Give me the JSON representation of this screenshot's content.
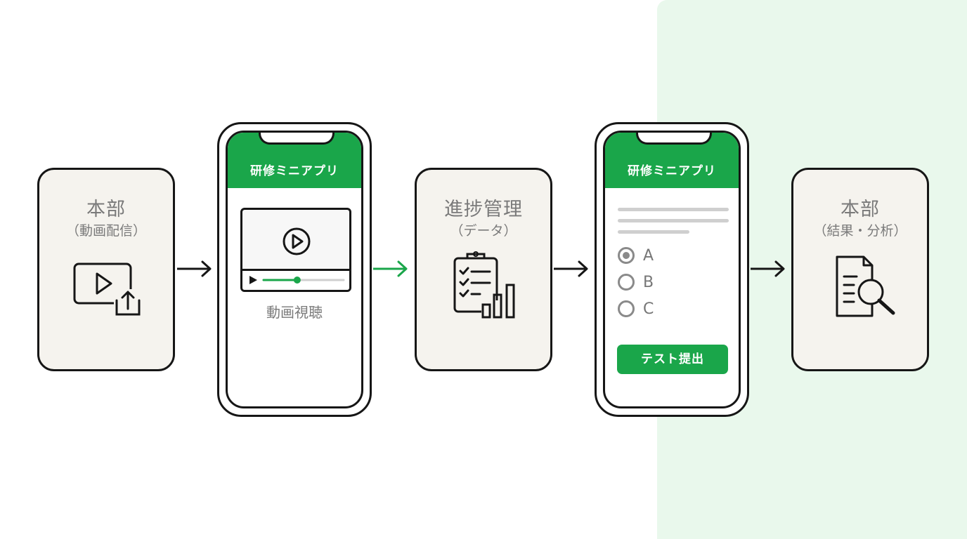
{
  "cards": {
    "hq_distribution": {
      "title": "本部",
      "subtitle": "（動画配信）"
    },
    "progress": {
      "title": "進捗管理",
      "subtitle": "（データ）"
    },
    "hq_results": {
      "title": "本部",
      "subtitle": "（結果・分析）"
    }
  },
  "phone_video": {
    "header": "研修ミニアプリ",
    "caption": "動画視聴",
    "progress": 0.42
  },
  "phone_test": {
    "header": "研修ミニアプリ",
    "options": [
      {
        "label": "A",
        "selected": true
      },
      {
        "label": "B",
        "selected": false
      },
      {
        "label": "C",
        "selected": false
      }
    ],
    "submit_label": "テスト提出"
  },
  "icons": {
    "hq_distribution": "video-upload-icon",
    "video": "play-icon",
    "progress": "checklist-chart-icon",
    "hq_results": "document-search-icon"
  },
  "colors": {
    "accent": "#1aa64a",
    "panel_bg": "#e9f8ec",
    "card_bg": "#f5f3ee",
    "ink": "#161616"
  }
}
